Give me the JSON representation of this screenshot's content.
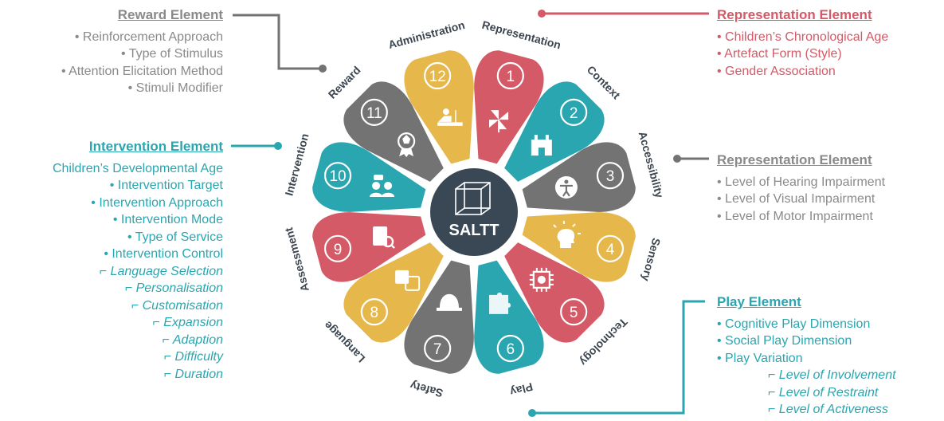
{
  "center": {
    "label": "SALTT"
  },
  "colors": {
    "red": "#d45a67",
    "teal": "#2aa6b0",
    "grey": "#737373",
    "yellow": "#e6b84c",
    "core": "#3a4856"
  },
  "sectors": [
    {
      "num": "1",
      "label": "Representation",
      "color": "#d45a67",
      "icon": "pinwheel-icon"
    },
    {
      "num": "2",
      "label": "Context",
      "color": "#2aa6b0",
      "icon": "castle-icon"
    },
    {
      "num": "3",
      "label": "Accessibility",
      "color": "#737373",
      "icon": "accessibility-icon"
    },
    {
      "num": "4",
      "label": "Sensory",
      "color": "#e6b84c",
      "icon": "head-idea-icon"
    },
    {
      "num": "5",
      "label": "Technology",
      "color": "#d45a67",
      "icon": "chip-icon"
    },
    {
      "num": "6",
      "label": "Play",
      "color": "#2aa6b0",
      "icon": "puzzle-icon"
    },
    {
      "num": "7",
      "label": "Safety",
      "color": "#737373",
      "icon": "hard-hat-icon"
    },
    {
      "num": "8",
      "label": "Language",
      "color": "#e6b84c",
      "icon": "translate-icon"
    },
    {
      "num": "9",
      "label": "Assessment",
      "color": "#d45a67",
      "icon": "clipboard-search-icon"
    },
    {
      "num": "10",
      "label": "Intervention",
      "color": "#2aa6b0",
      "icon": "people-chat-icon"
    },
    {
      "num": "11",
      "label": "Reward",
      "color": "#737373",
      "icon": "award-ribbon-icon"
    },
    {
      "num": "12",
      "label": "Administration",
      "color": "#e6b84c",
      "icon": "desk-worker-icon"
    }
  ],
  "panels": {
    "reward": {
      "title": "Reward Element",
      "items": [
        "• Reinforcement Approach",
        "• Type of Stimulus",
        "• Attention Elicitation Method",
        "• Stimuli Modifier"
      ]
    },
    "intervention": {
      "title": "Intervention Element",
      "items": [
        "Children’s Developmental Age",
        "• Intervention Target",
        "• Intervention Approach",
        "• Intervention Mode",
        "• Type of Service",
        "• Intervention Control"
      ],
      "subitems": [
        "⌐ Language Selection",
        "⌐ Personalisation",
        "⌐ Customisation",
        "⌐ Expansion",
        "⌐ Adaption",
        "⌐ Difficulty",
        "⌐ Duration"
      ]
    },
    "representation_top": {
      "title": "Representation Element",
      "items": [
        "• Children’s Chronological Age",
        "• Artefact Form  (Style)",
        "• Gender Association"
      ]
    },
    "representation_mid": {
      "title": "Representation Element",
      "items": [
        "• Level of Hearing Impairment",
        "• Level of Visual Impairment",
        "• Level of Motor Impairment"
      ]
    },
    "play": {
      "title": "Play Element",
      "items": [
        "• Cognitive Play Dimension",
        "• Social Play Dimension",
        "• Play Variation"
      ],
      "subitems": [
        "⌐ Level of Involvement",
        "⌐ Level of Restraint",
        "⌐ Level of Activeness"
      ]
    }
  }
}
